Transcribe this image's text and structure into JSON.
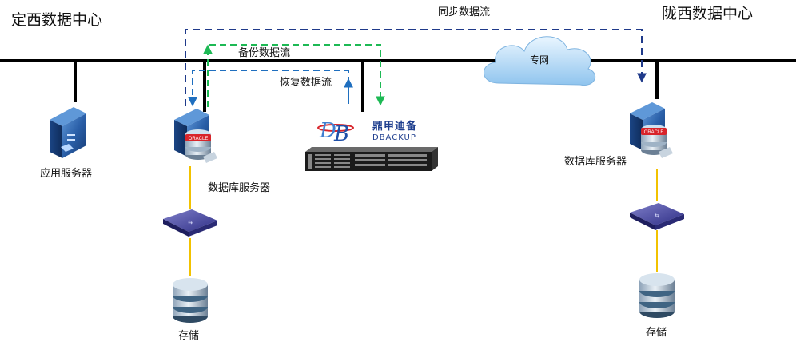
{
  "titles": {
    "left_dc": "定西数据中心",
    "right_dc": "陇西数据中心"
  },
  "flows": {
    "sync": "同步数据流",
    "backup": "备份数据流",
    "restore": "恢复数据流"
  },
  "network": {
    "cloud": "专网"
  },
  "nodes": {
    "app_server": "应用服务器",
    "db_server_left": "数据库服务器",
    "db_server_right": "数据库服务器",
    "storage_left": "存储",
    "storage_right": "存储"
  },
  "appliance": {
    "brand_cn": "鼎甲迪备",
    "brand_en": "DBACKUP"
  },
  "badges": {
    "oracle": "ORACLE"
  },
  "colors": {
    "sync_arrow": "#1f3a8a",
    "backup_arrow": "#1db954",
    "restore_arrow": "#1f6fbf",
    "san_link": "#f2c200",
    "bus": "#000000",
    "server_blue": "#2a5fa8"
  }
}
